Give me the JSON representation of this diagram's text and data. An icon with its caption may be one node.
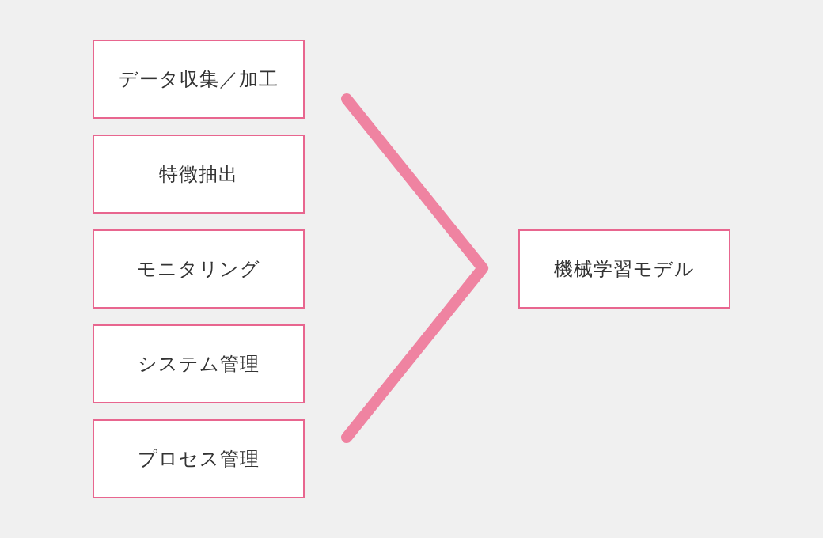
{
  "diagram": {
    "nodes": [
      {
        "text": [
          "データ収集／加工"
        ]
      },
      {
        "text": [
          "特徴抽出"
        ]
      },
      {
        "text": [
          "モニタリング"
        ]
      },
      {
        "text": [
          "システム管理"
        ]
      },
      {
        "text": [
          "プロセス管理"
        ]
      },
      {
        "text": [
          "機械学習モデル"
        ]
      }
    ]
  }
}
